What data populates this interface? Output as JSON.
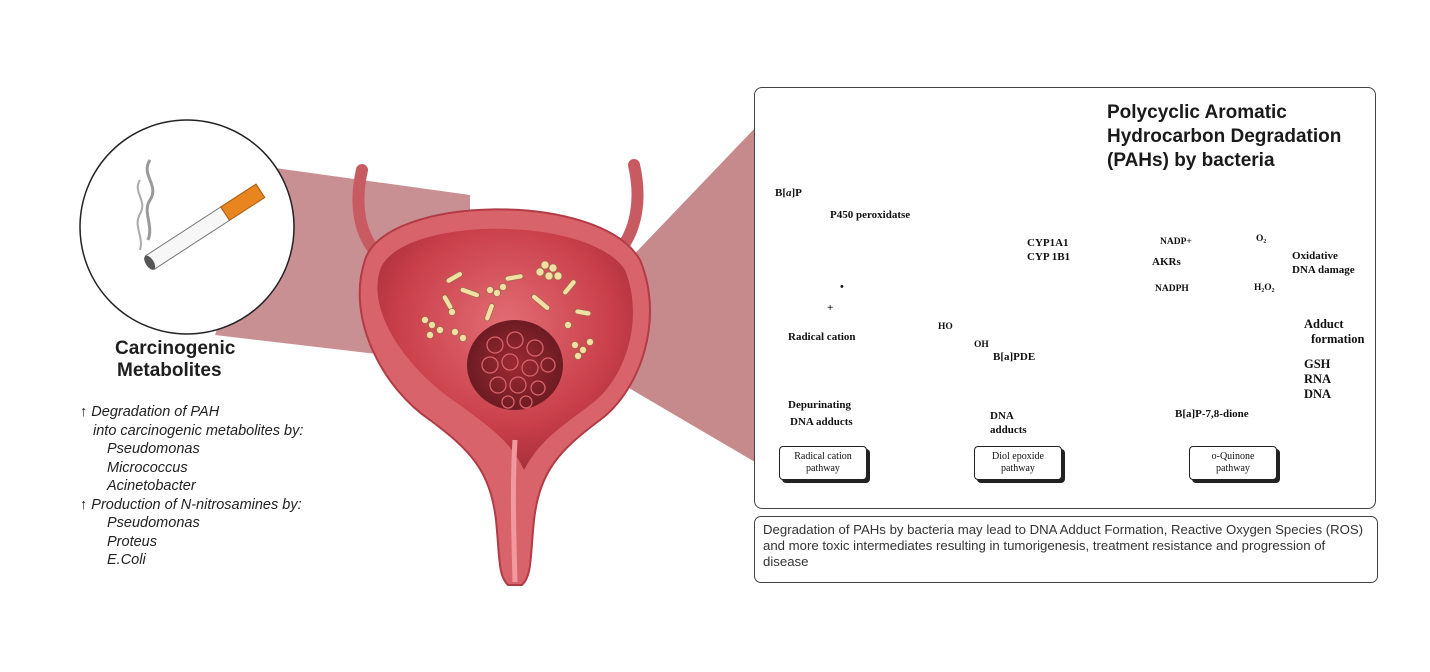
{
  "left": {
    "title_line1": "Carcinogenic",
    "title_line2": "Metabolites",
    "items": [
      "↑ Degradation of PAH",
      "into carcinogenic metabolites by:",
      "Pseudomonas",
      "Micrococcus",
      "Acinetobacter",
      "↑ Production of N-nitrosamines by:",
      "Pseudomonas",
      "Proteus",
      "E.Coli"
    ]
  },
  "panel": {
    "title_line1": "Polycyclic Aromatic",
    "title_line2": "Hydrocarbon Degradation",
    "title_line3": "(PAHs) by bacteria",
    "bap_label_pre": "B[",
    "bap_label_a": "a",
    "bap_label_post": "]P",
    "p450_label": "P450 peroxidatse",
    "cyp1": "CYP1A1",
    "cyp2": "CYP 1B1",
    "radical_cation": "Radical cation",
    "depurinating_1": "Depurinating",
    "depurinating_2": "DNA adducts",
    "bapde_label": "B[a]PDE",
    "dna_1": "DNA",
    "dna_2": "adducts",
    "nadp_plus": "NADP+",
    "akrs": "AKRs",
    "nadph": "NADPH",
    "o2": "O₂",
    "h2o2": "H₂O₂",
    "oxidative_1": "Oxidative",
    "oxidative_2": "DNA damage",
    "adduct_1": "Adduct",
    "adduct_2": "formation",
    "gsh": "GSH",
    "rna": "RNA",
    "dna": "DNA",
    "dione_label": "B[a]P-7,8-dione",
    "ho1": "HO",
    "oh1": "OH",
    "plus": "+",
    "dot": "•",
    "pathways": [
      {
        "line1": "Radical cation",
        "line2": "pathway"
      },
      {
        "line1": "Diol epoxide",
        "line2": "pathway"
      },
      {
        "line1": "o-Quinone",
        "line2": "pathway"
      }
    ]
  },
  "note": "Degradation of PAHs by bacteria may lead to DNA Adduct Formation, Reactive Oxygen Species (ROS) and more toxic intermediates resulting in tumorigenesis, treatment resistance and progression of disease",
  "colors": {
    "cone": "#c07d80",
    "bladder_outer": "#d9636b",
    "bladder_inner": "#c43c47",
    "bacteria": "#f1dfa6",
    "cigarette_filter": "#e8851f"
  },
  "icons": [
    "cigarette-icon",
    "smoke-icon",
    "bladder-illustration",
    "bacteria-cluster-icon",
    "tumor-icon"
  ]
}
